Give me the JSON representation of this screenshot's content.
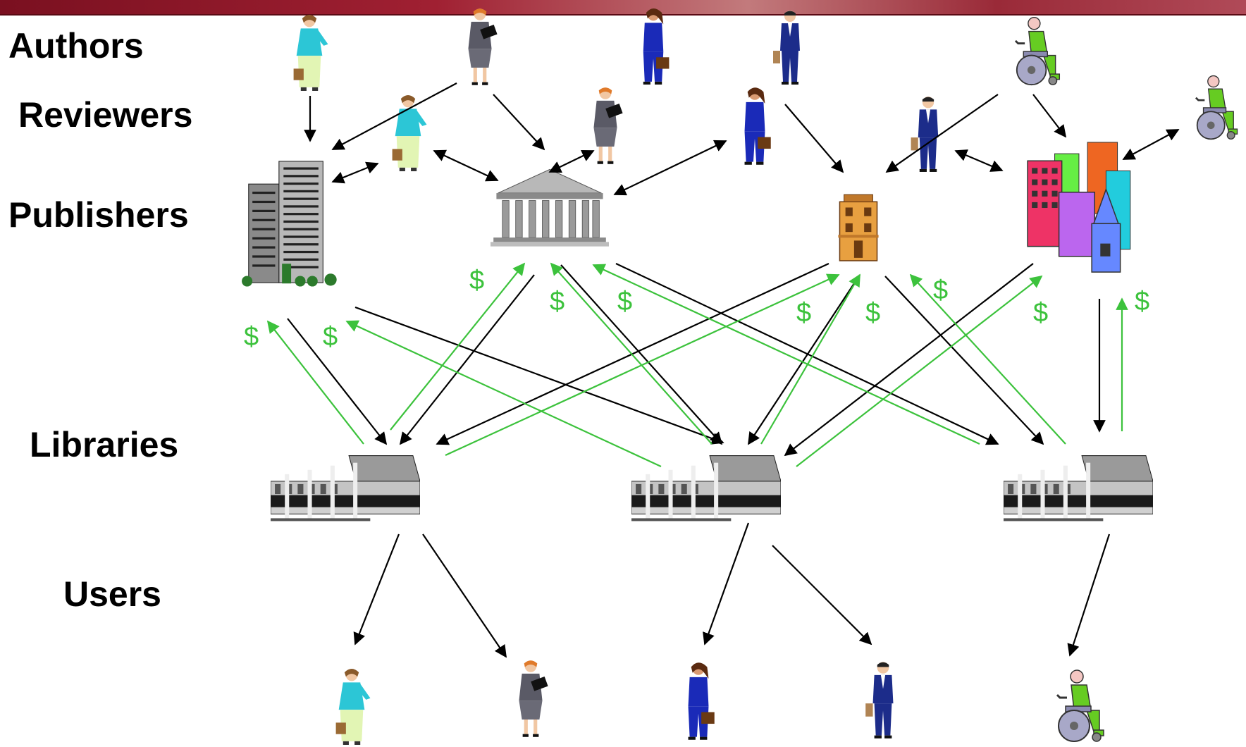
{
  "labels": {
    "authors": "Authors",
    "reviewers": "Reviewers",
    "publishers": "Publishers",
    "libraries": "Libraries",
    "users": "Users"
  },
  "money_symbol": "$",
  "colors": {
    "flow_arrow": "#000000",
    "money_arrow": "#3cc23c",
    "banner": "#8e1a2a"
  },
  "icons": {
    "person_types": [
      "woman-teal-jacket",
      "woman-gray-suit",
      "woman-blue-suit",
      "man-blue-suit",
      "person-wheelchair"
    ],
    "publisher_types": [
      "skyscraper",
      "classical-temple",
      "townhouse",
      "colorful-city"
    ],
    "library_type": "modern-library-building"
  }
}
